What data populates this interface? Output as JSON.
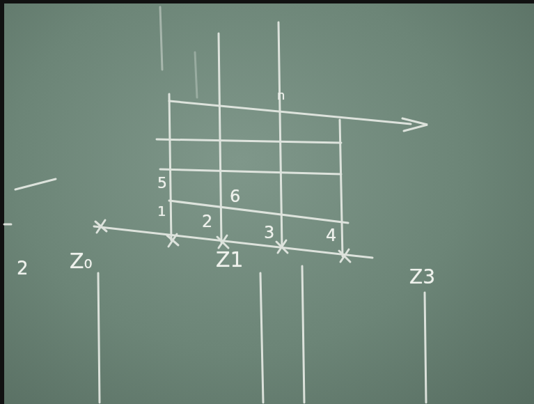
{
  "diagram": {
    "labels": [
      "n",
      "5",
      "6",
      "1",
      "2",
      "3",
      "4",
      "2",
      "Z₀",
      "Z1",
      "Z3"
    ]
  }
}
